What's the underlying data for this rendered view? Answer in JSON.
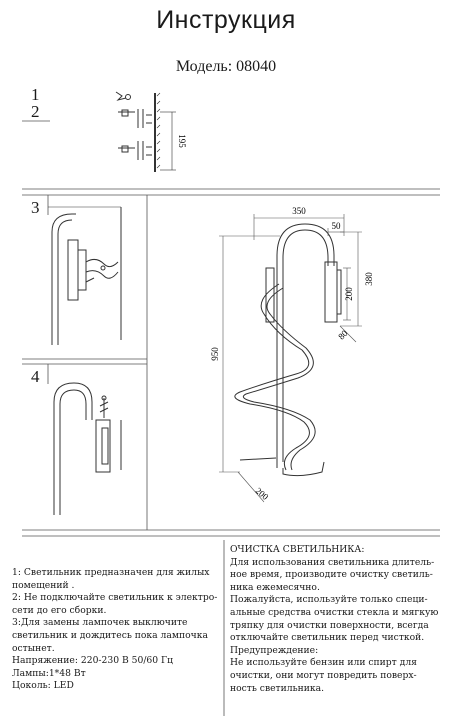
{
  "document": {
    "title": "Инструкция",
    "model": "Модель: 08040",
    "step_numbers": [
      "1",
      "2",
      "3",
      "4"
    ]
  },
  "dimensions": {
    "mount_height": "195",
    "width": "350",
    "depth_top": "50",
    "back_plate_height": "200",
    "right_height": "380",
    "plate_offset": "80",
    "total_height": "950",
    "bottom_width": "200"
  },
  "left_text": {
    "lines": [
      "1: Светильник предназначен для жилых",
      "помещений .",
      "2: Не подключайте светильник к электро-",
      "сети до его сборки.",
      "3:Для замены лампочек выключите",
      "светильник  и дождитесь пока лампочка",
      "остынет."
    ],
    "specs": [
      "Напряжение: 220-230 В 50/60 Гц",
      "Лампы:1*48 Вт",
      "Цоколь: LED"
    ]
  },
  "right_text": {
    "heading": "ОЧИСТКА СВЕТИЛЬНИКА:",
    "lines": [
      "Для использования светильника длитель-",
      "ное время, производите очистку светиль-",
      "ника ежемесячно.",
      "Пожалуйста, используйте только специ-",
      "альные средства очистки стекла и мягкую",
      "тряпку для очистки поверхности, всегда",
      "отключайте светильник перед чисткой.",
      "Предупреждение:",
      "Не используйте бензин или спирт для",
      "очистки, они могут повредить поверх-",
      "ность светильника."
    ]
  }
}
